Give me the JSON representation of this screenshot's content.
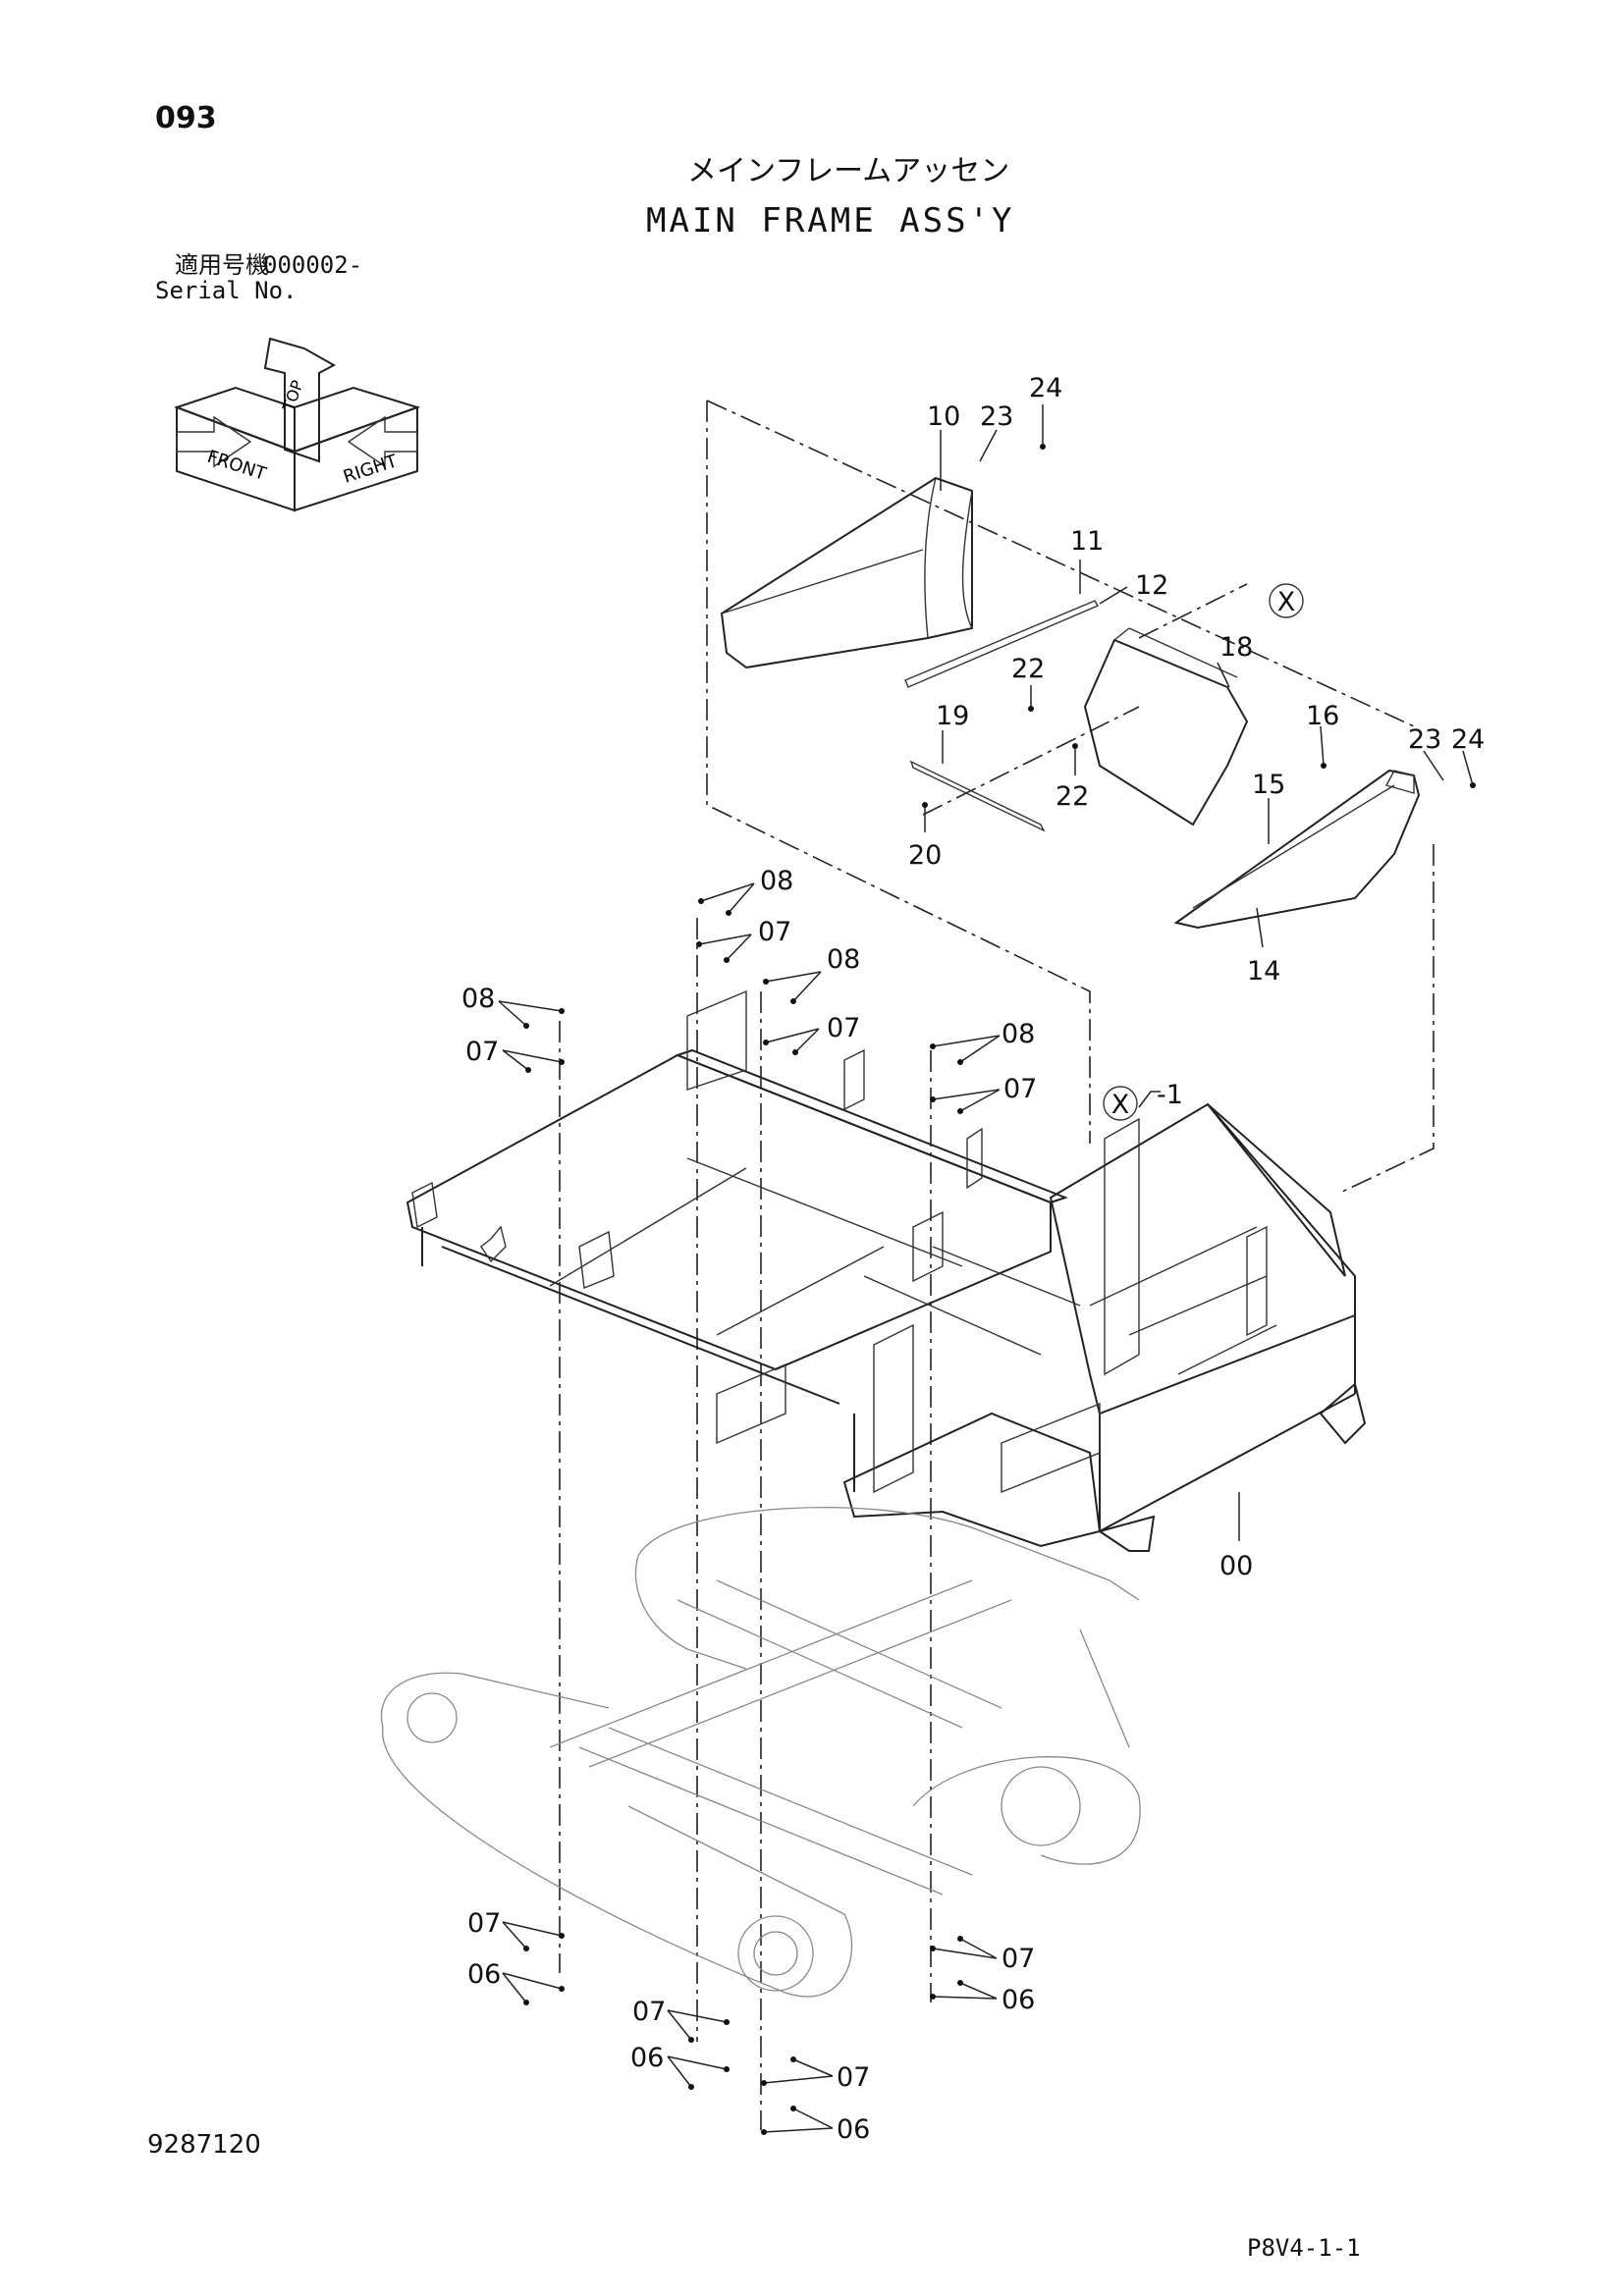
{
  "header": {
    "page_number": "093",
    "title_jp": "メインフレームアッセン",
    "title_en": "MAIN FRAME ASS'Y",
    "serial_label_jp": "適用号機",
    "serial_value": "000002-",
    "serial_label_en": "Serial No."
  },
  "direction_indicator": {
    "labels": [
      "FRONT",
      "RIGHT",
      "TOP"
    ]
  },
  "callouts": {
    "c00": "00",
    "c06a": "06",
    "c06b": "06",
    "c06c": "06",
    "c06d": "06",
    "c07a": "07",
    "c07b": "07",
    "c07c": "07",
    "c07d": "07",
    "c07e": "07",
    "c07f": "07",
    "c07g": "07",
    "c07h": "07",
    "c08a": "08",
    "c08b": "08",
    "c08c": "08",
    "c08d": "08",
    "c10": "10",
    "c11": "11",
    "c12": "12",
    "c14": "14",
    "c15": "15",
    "c16": "16",
    "c18": "18",
    "c19": "19",
    "c20": "20",
    "c22a": "22",
    "c22b": "22",
    "c23a": "23",
    "c23b": "23",
    "c24a": "24",
    "c24b": "24",
    "x_marker_a": "X",
    "x_marker_b": "X",
    "x_ref_suffix": "-1"
  },
  "footer": {
    "drawing_number": "9287120",
    "page_code": "P8V4-1-1"
  }
}
